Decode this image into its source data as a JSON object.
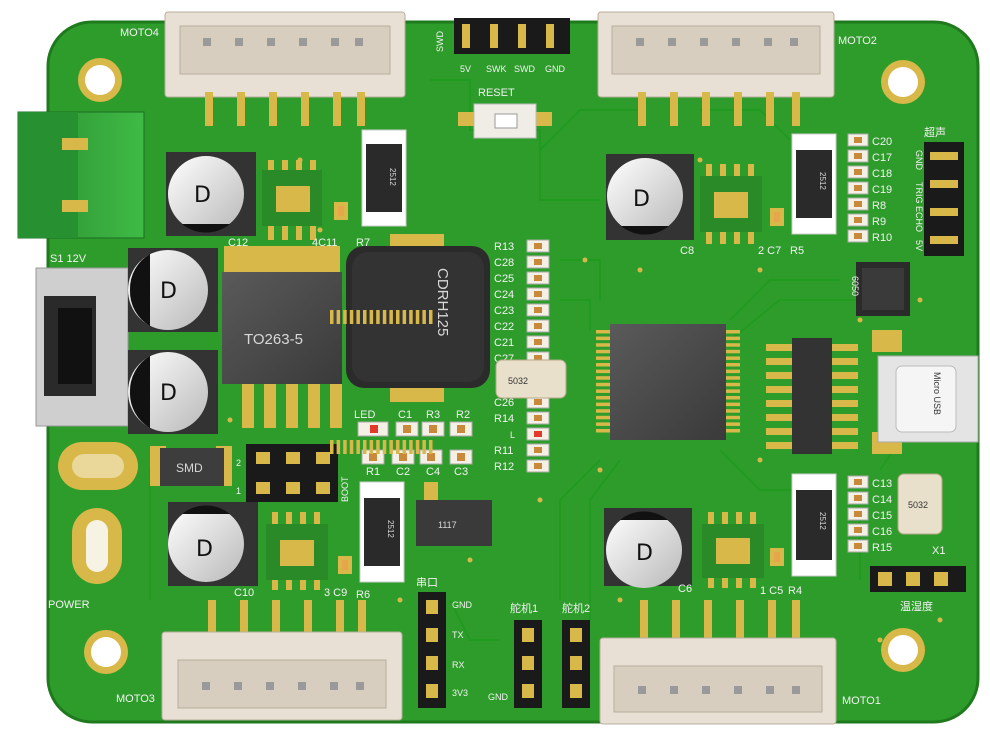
{
  "connectors": {
    "moto1": "MOTO1",
    "moto2": "MOTO2",
    "moto3": "MOTO3",
    "moto4": "MOTO4"
  },
  "swd": {
    "title": "SWD",
    "pins": [
      "5V",
      "SWK",
      "SWD",
      "GND"
    ]
  },
  "reset_label": "RESET",
  "power": {
    "switch_label": "S1 12V",
    "jack_label": "POWER"
  },
  "regulator": {
    "package": "TO263-5",
    "inductor": "CDRH125",
    "diode": "SMD"
  },
  "crystal_main": "5032",
  "crystal_x1": "5032",
  "x1_label": "X1",
  "boot_label": "BOOT",
  "led_label": "LED",
  "ultrasonic": {
    "title": "超声",
    "pins": [
      "GND",
      "TRIG",
      "ECHO",
      "5V"
    ]
  },
  "serial": {
    "title": "串口",
    "pins": [
      "GND",
      "TX",
      "RX",
      "3V3"
    ]
  },
  "servo1": "舵机1",
  "servo2": "舵机2",
  "servo_gnd": "GND",
  "temp_humidity": "温湿度",
  "imu": "6050",
  "usb": "Micro USB",
  "capacitor_marking": "D",
  "resistor_marking": "2512",
  "component_labels": {
    "c12": "C12",
    "c11": "4C11",
    "r7": "R7",
    "c8": "C8",
    "c7": "2 C7",
    "r5": "R5",
    "c10": "C10",
    "c9": "3 C9",
    "r6": "R6",
    "c6": "C6",
    "c5": "1 C5",
    "r4": "R4",
    "c1": "C1",
    "c2": "C2",
    "c3": "C3",
    "c4": "C4",
    "r1": "R1",
    "r2": "R2",
    "r3": "R3",
    "r11": "R11",
    "r12": "R12",
    "r13": "R13",
    "r14": "R14",
    "c26": "C26",
    "c13": "C13",
    "c14": "C14",
    "c15": "C15",
    "c16": "C16",
    "r15": "R15",
    "c17": "C17",
    "c18": "C18",
    "c19": "C19",
    "c20": "C20",
    "r8": "R8",
    "r9": "R9",
    "r10": "R10",
    "boot_pin1": "1",
    "boot_pin2": "2",
    "led_small": "L"
  },
  "column_caps": [
    "C28",
    "C25",
    "C24",
    "C23",
    "C22",
    "C21",
    "C27"
  ],
  "colors": {
    "board": "#2e9c2b",
    "silkscreen": "#f2f2f2",
    "gold": "#d9b84a",
    "chip": "#4d4d4d",
    "connector": "#e8e0d4",
    "terminal": "#2f9e35"
  }
}
